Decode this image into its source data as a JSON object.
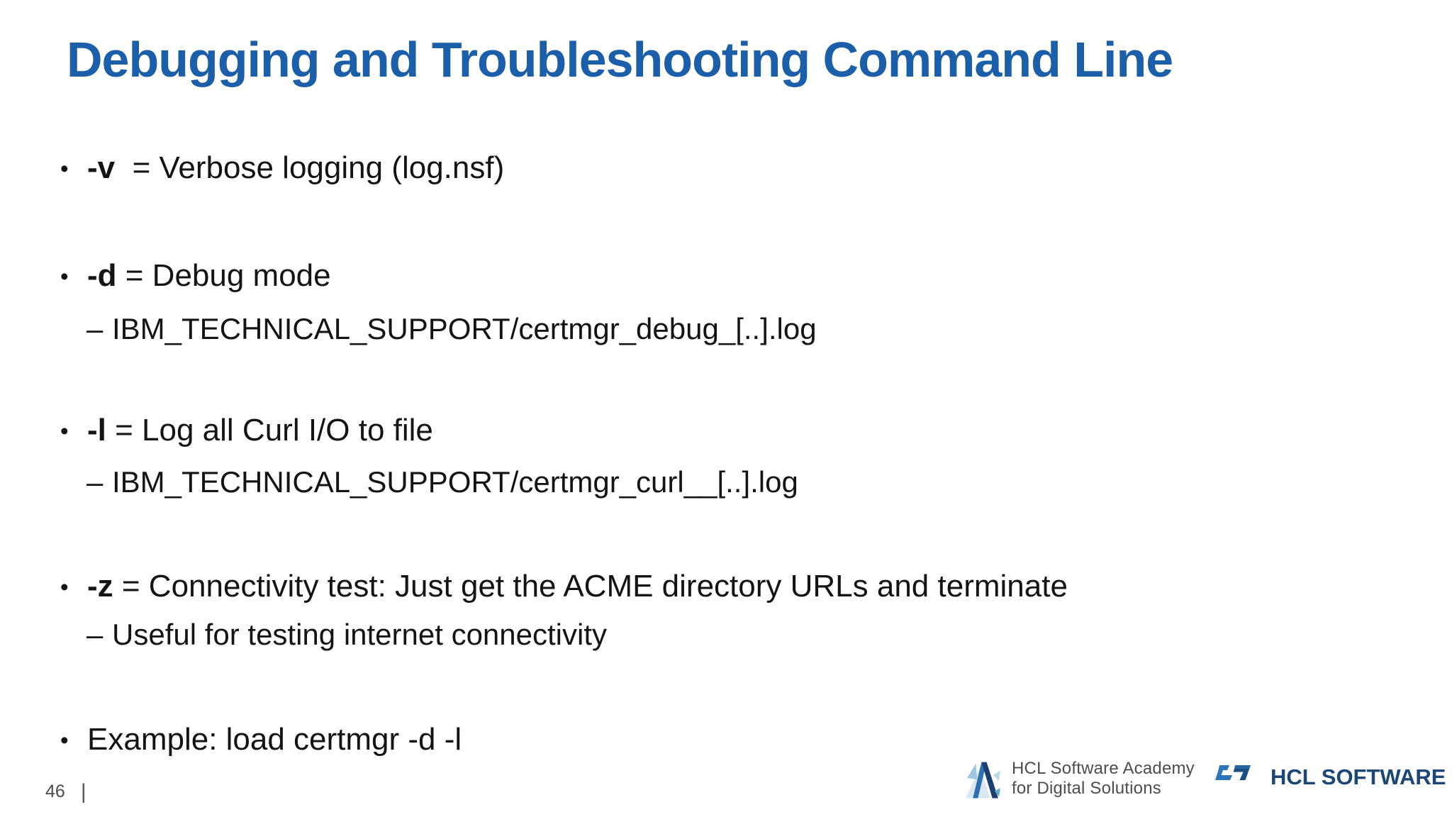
{
  "slide": {
    "title": "Debugging and Troubleshooting Command Line",
    "title_color": "#1B5EA9",
    "bullet_char": "•",
    "sub_bullet_char": "–",
    "bullets": [
      {
        "flag": "-v",
        "rest": "  = Verbose logging (log.nsf)"
      },
      {
        "flag": "-d",
        "rest": " = Debug mode",
        "sub": "IBM_TECHNICAL_SUPPORT/certmgr_debug_[..].log"
      },
      {
        "flag": "-l",
        "rest": " = Log all Curl I/O to file",
        "sub": "IBM_TECHNICAL_SUPPORT/certmgr_curl__[..].log"
      },
      {
        "flag": "-z",
        "rest": " = Connectivity test: Just get the ACME directory URLs and terminate",
        "sub": "Useful for testing internet connectivity"
      },
      {
        "flag": "",
        "rest": "Example: load certmgr -d -l"
      }
    ]
  },
  "footer": {
    "page_number": "46",
    "separator": "|"
  },
  "logos": {
    "academy": {
      "line1": "HCL Software Academy",
      "line2": "for Digital Solutions",
      "text_color": "#4d4d4d"
    },
    "hcl": {
      "wordmark": "HCL SOFTWARE",
      "wordmark_color": "#1B4677",
      "mark_blue": "#2E74B8",
      "mark_navy": "#1C4E86"
    }
  }
}
